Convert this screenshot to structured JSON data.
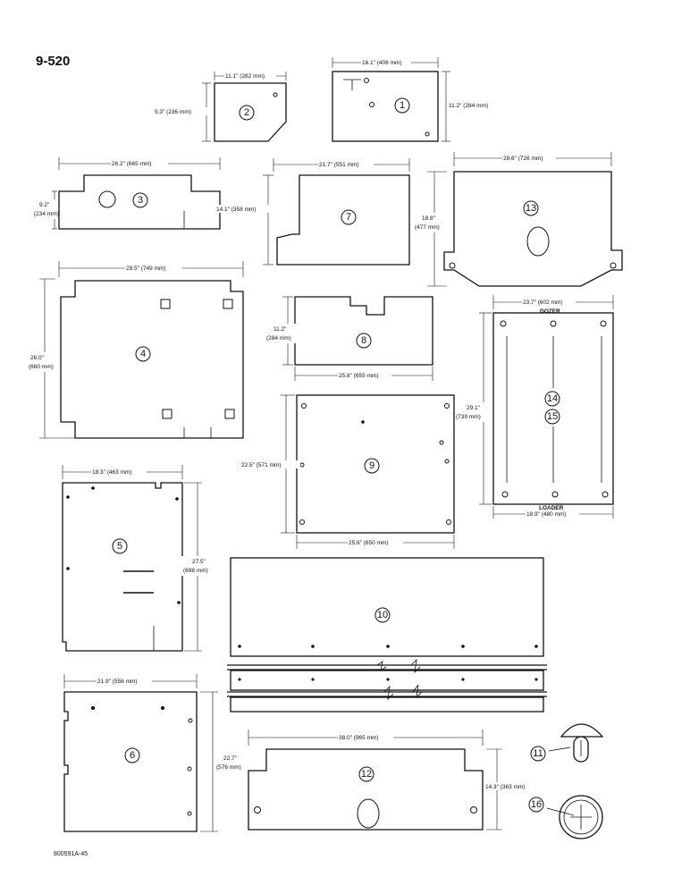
{
  "page_number": "9-520",
  "footer_code": "800591A-45",
  "dimensions": {
    "p1_width": "16.1\" (408 mm)",
    "p1_height": "11.2\" (284 mm)",
    "p2_width": "11.1\" (282 mm)",
    "p2_height": "9.3\" (236 mm)",
    "p3_width": "26.2\" (665 mm)",
    "p3_height_in": "9.2\"",
    "p3_height_mm": "(234 mm)",
    "p7_width": "21.7\" (551 mm)",
    "p7_height": "14.1\" (358 mm)",
    "p13_width": "28.6\" (726 mm)",
    "p13_height_in": "18.8\"",
    "p13_height_mm": "(477 mm)",
    "p4_width": "29.5\" (749 mm)",
    "p4_height_in": "26.0\"",
    "p4_height_mm": "(660 mm)",
    "p8_height_in": "11.2\"",
    "p8_height_mm": "(284 mm)",
    "p8_width": "25.8\" (655 mm)",
    "p14_width": "23.7\" (602 mm)",
    "p14_height_in": "29.1\"",
    "p14_height_mm": "(739 mm)",
    "p15_width": "18.9\" (480 mm)",
    "p9_height": "22.5\" (571 mm)",
    "p9_width": "25.6\" (650 mm)",
    "p5_width": "18.3\" (463 mm)",
    "p5_height_in": "27.5\"",
    "p5_height_mm": "(698 mm)",
    "p6_width": "21.9\" (556 mm)",
    "p6_height_in": "22.7\"",
    "p6_height_mm": "(576 mm)",
    "p12_width": "38.0\" (965 mm)",
    "p12_height": "14.3\" (363 mm)"
  },
  "labels": {
    "dozer": "DOZER",
    "loader": "LOADER"
  },
  "callouts": [
    "1",
    "2",
    "3",
    "4",
    "5",
    "6",
    "7",
    "8",
    "9",
    "10",
    "11",
    "12",
    "13",
    "14",
    "15",
    "16"
  ]
}
